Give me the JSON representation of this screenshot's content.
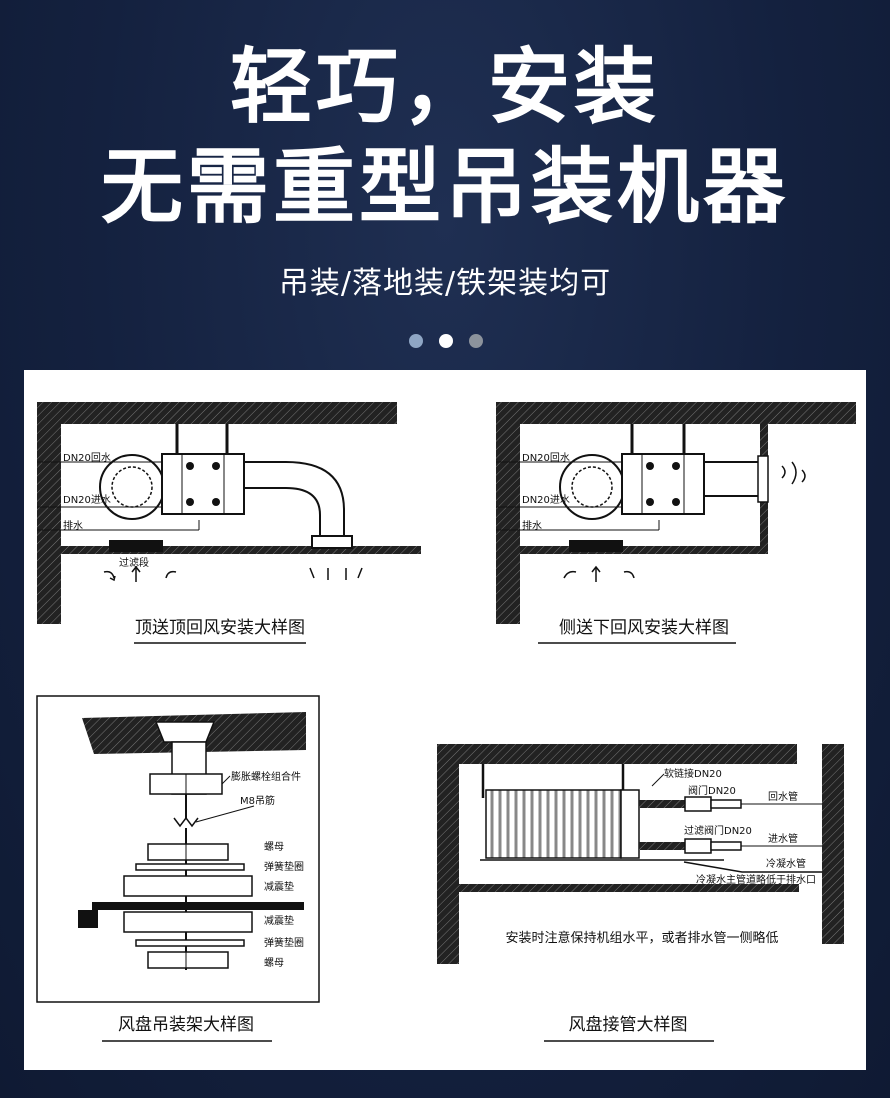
{
  "headline": {
    "line1": "轻巧，安装",
    "line2": "无需重型吊装机器",
    "subtitle": "吊装/落地装/铁架装均可"
  },
  "carousel": {
    "dot_colors": [
      "#8fa6c4",
      "#ffffff",
      "#8c939c"
    ]
  },
  "diagram_top_left": {
    "caption": "顶送顶回风安装大样图",
    "labels": {
      "return_water": "DN20回水",
      "supply_water": "DN20进水",
      "drain": "排水",
      "filter": "过滤段"
    }
  },
  "diagram_top_right": {
    "caption": "侧送下回风安装大样图",
    "labels": {
      "return_water": "DN20回水",
      "supply_water": "DN20进水",
      "drain": "排水"
    }
  },
  "diagram_bottom_left": {
    "caption": "风盘吊装架大样图",
    "labels": {
      "bolt": "膨胀螺栓组合件",
      "rod": "M8吊筋",
      "nut_top": "螺母",
      "washer_top": "弹簧垫圈",
      "damper_top": "减震垫",
      "damper_bottom": "减震垫",
      "washer_bottom": "弹簧垫圈",
      "nut_bottom": "螺母"
    }
  },
  "diagram_bottom_right": {
    "caption": "风盘接管大样图",
    "labels": {
      "soft_joint": "软链接DN20",
      "valve": "阀门DN20",
      "return_pipe": "回水管",
      "filter_valve": "过滤阀门DN20",
      "supply_pipe": "进水管",
      "condensate_pipe": "冷凝水管",
      "condensate_note": "冷凝水主管道略低于排水口",
      "install_note": "安装时注意保持机组水平，或者排水管一侧略低"
    }
  }
}
